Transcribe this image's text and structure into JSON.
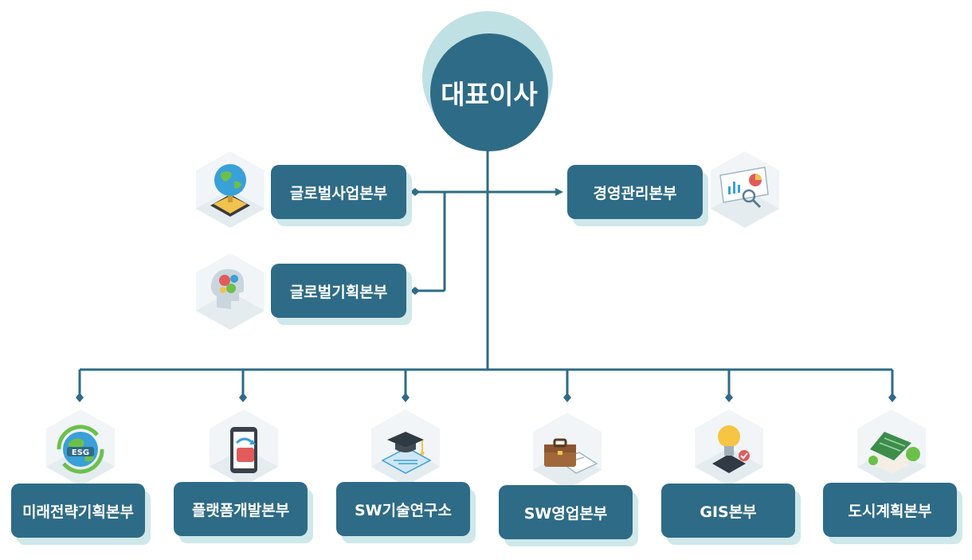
{
  "ceo": {
    "label": "대표이사"
  },
  "upper_departments": [
    {
      "label": "글로벌사업본부",
      "icon": "globe-icon"
    },
    {
      "label": "경영관리본부",
      "icon": "analytics-board-icon"
    },
    {
      "label": "글로벌기획본부",
      "icon": "head-gears-icon"
    }
  ],
  "lower_departments": [
    {
      "label": "미래전략기획본부",
      "icon": "esg-globe-icon"
    },
    {
      "label": "플랫폼개발본부",
      "icon": "mobile-platform-icon"
    },
    {
      "label": "SW기술연구소",
      "icon": "graduation-cap-icon"
    },
    {
      "label": "SW영업본부",
      "icon": "briefcase-icon"
    },
    {
      "label": "GIS본부",
      "icon": "lightbulb-chip-icon"
    },
    {
      "label": "도시계획본부",
      "icon": "green-house-icon"
    }
  ],
  "colors": {
    "node": "#2e6b86",
    "line": "#2e6b86",
    "shadow": "#cfe8ea",
    "halo": "#bfe1e4"
  }
}
